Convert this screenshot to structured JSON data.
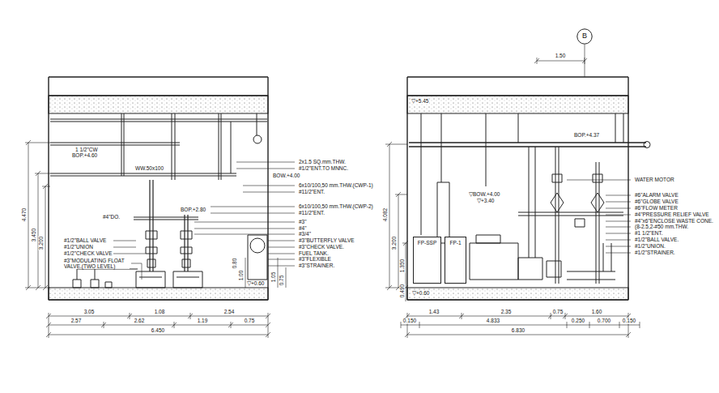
{
  "diagram": {
    "nodes": [
      {
        "text": [
          "B"
        ]
      },
      {
        "text": [
          "FP-SSP"
        ]
      },
      {
        "text": [
          "FP-1"
        ]
      }
    ],
    "labels": [
      "1 1/2\"CW",
      "BOP.+4.60",
      "WW.50x100",
      "2x1.5 SQ.mm.THW.",
      "#1/2\"ENT.TO MNNC.",
      "BOW.+4.00",
      "6x10/100,50 mm.THW.(CWP-1)",
      "#11/2\"ENT.",
      "BOP.+2.80",
      "6x10/100,50 mm.THW.(CWP-2)",
      "#11/2\"ENT.",
      "#4\"DO.",
      "#3\"",
      "#4\"",
      "#3/4\"",
      "#3\"BUTTERFLY VALVE",
      "#3\"CHECK VALVE.",
      "FUEL TANK.",
      "#3\"FLEXIBLE",
      "#3\"STRAINER.",
      "#1/2\"BALL VALVE",
      "#1/2\"UNION",
      "#1/2\"CHECK VALVE",
      "#3\"MODULATING FLOAT VALVE.(TWO LEVEL)",
      "▽+0.60",
      "4.470",
      "3.450",
      "3.200",
      "0.80",
      "1.00",
      "1.05",
      "0.75",
      "3.05",
      "1.08",
      "2.54",
      "2.57",
      "2.62",
      "1.19",
      "0.75",
      "6.450",
      "1.50",
      "▽+5.45",
      "BOP.+4.37",
      "WATER MOTOR",
      "▽BOW.+4.00",
      "▽+3.40",
      "#6\"ALARM VALVE",
      "#6\"GLOBE VALVE",
      "#6\"FLOW METER",
      "#4\"PRESSURE RELIEF VALVE",
      "#4\"x6\"ENCLOSE WASTE CONE.",
      "(8-2.5,2-#50 mm.THW.",
      "#1 1/2\"ENT.",
      "#1/2\"BALL VALVE.",
      "#1/2\"UNION.",
      "#1/2\"STRAINER.",
      "4.082",
      "3.200",
      "1.350",
      "0.490",
      "▽+0.60",
      "1.43",
      "2.35",
      "0.75",
      "1.60",
      "0.150",
      "4.833",
      "0.250",
      "0.700",
      "0.150",
      "6.830"
    ]
  }
}
